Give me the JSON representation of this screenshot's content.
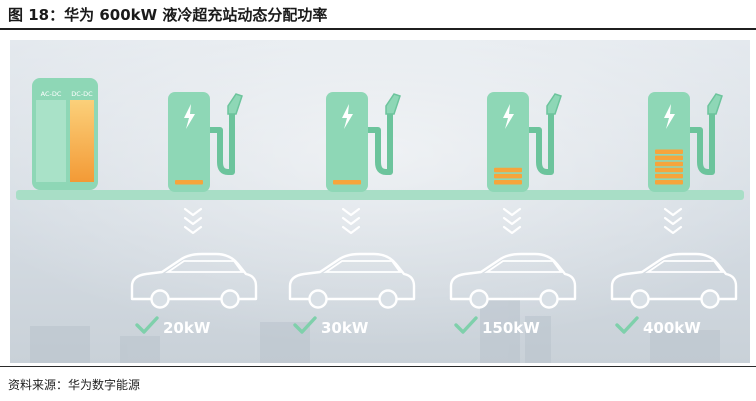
{
  "figure": {
    "title": "图 18：华为 600kW 液冷超充站动态分配功率",
    "source": "资料来源：华为数字能源"
  },
  "power_unit": {
    "ac_dc_label": "AC-DC",
    "dc_dc_label": "DC-DC"
  },
  "chargers": [
    {
      "power_label": "20kW",
      "level_bars": 1
    },
    {
      "power_label": "30kW",
      "level_bars": 1
    },
    {
      "power_label": "150kW",
      "level_bars": 3
    },
    {
      "power_label": "400kW",
      "level_bars": 6
    }
  ],
  "colors": {
    "mint": "#8ed7b6",
    "mint_light": "#bfe8d3",
    "mint_dark": "#6cc49c",
    "orange": "#f6a53c",
    "orange_light": "#fbd07a",
    "check": "#7fd0ab",
    "label": "#ffffff"
  }
}
